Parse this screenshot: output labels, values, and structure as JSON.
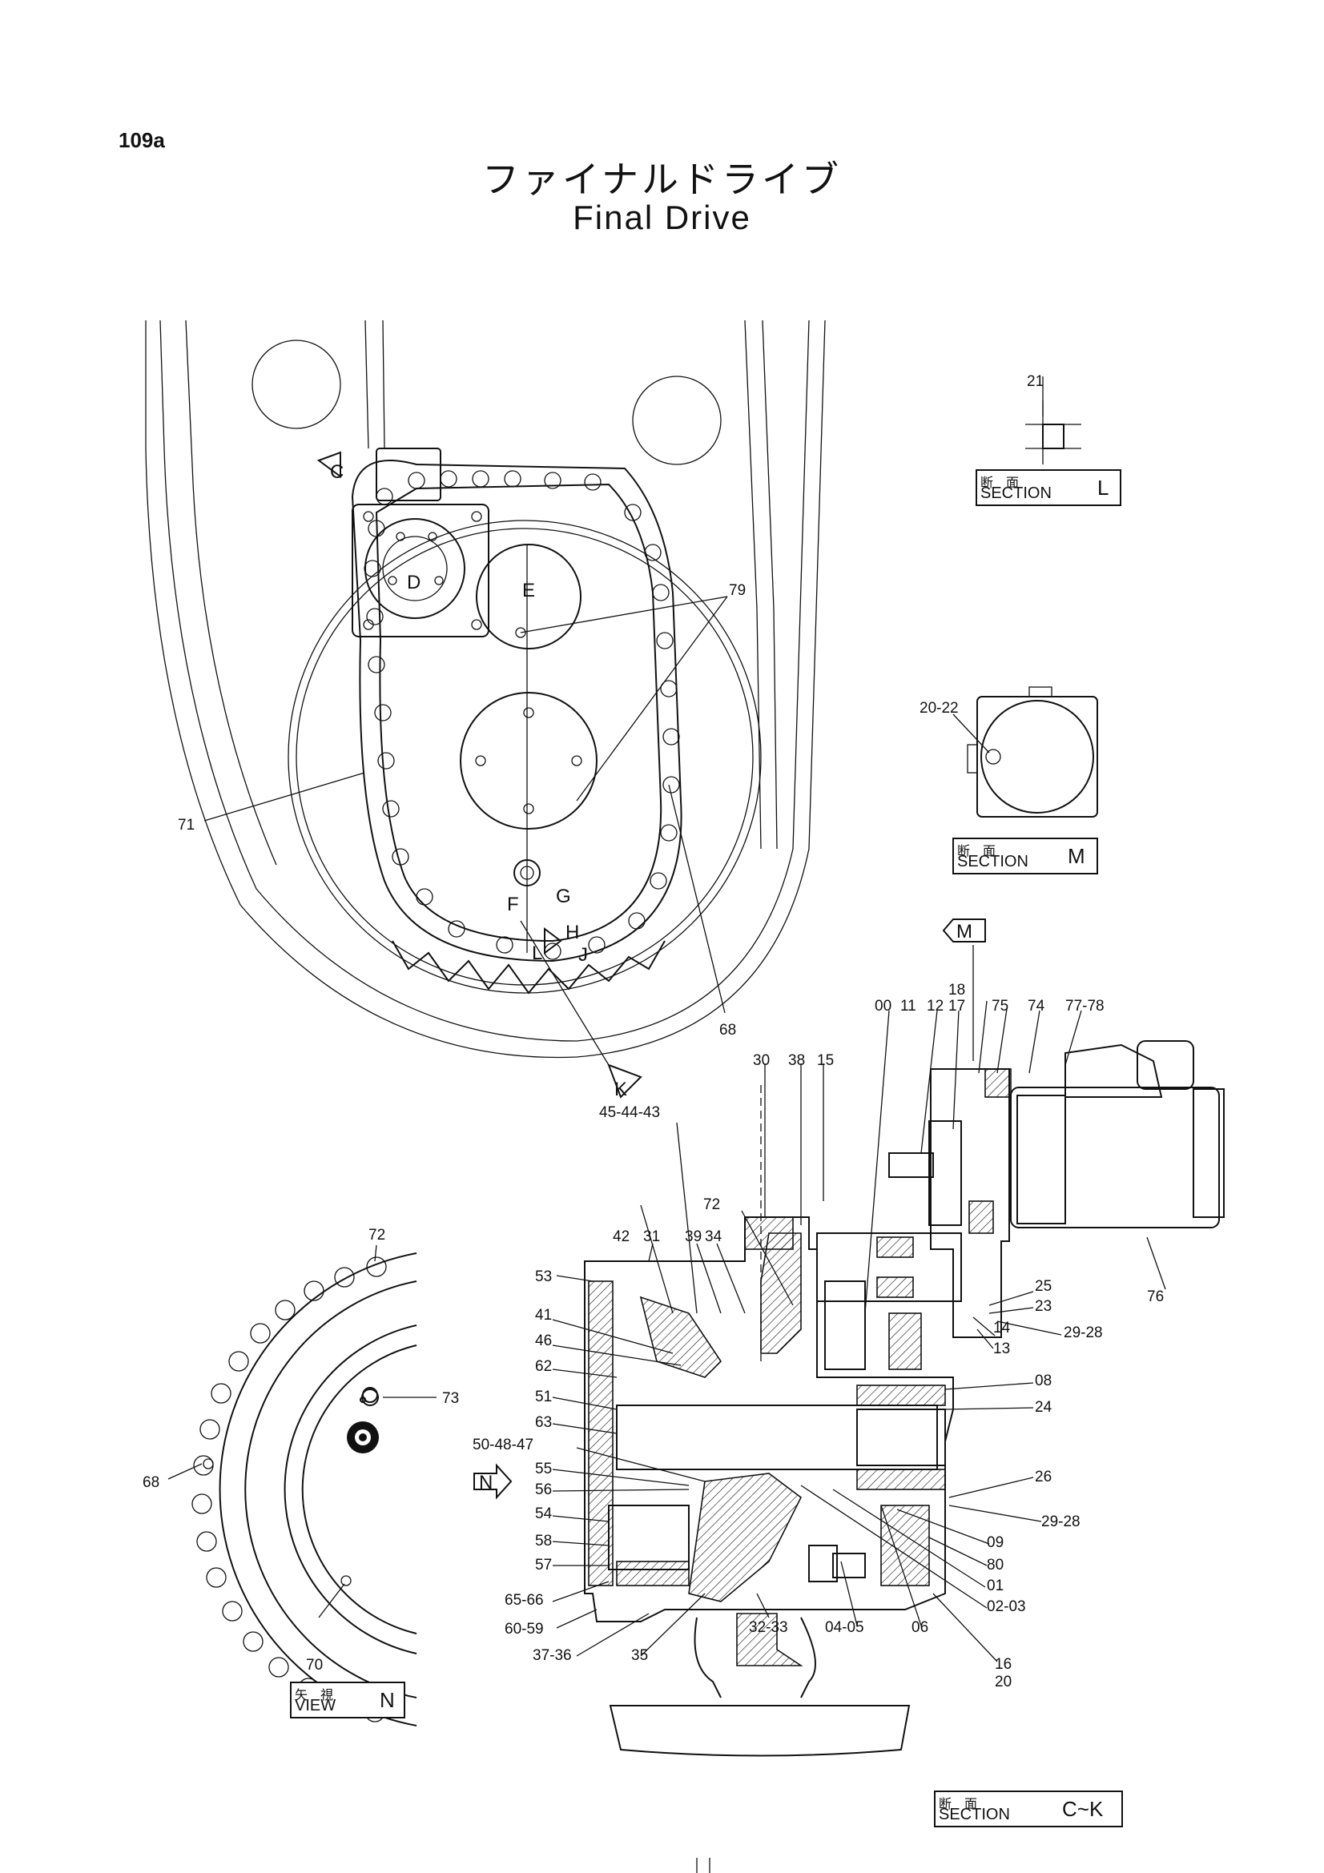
{
  "page": {
    "number": "109a"
  },
  "title": {
    "japanese": "ファイナルドライブ",
    "english": "Final Drive"
  },
  "sections": [
    {
      "id": "L",
      "jp": "断　面",
      "en": "SECTION",
      "letter": "L"
    },
    {
      "id": "M",
      "jp": "断　面",
      "en": "SECTION",
      "letter": "M"
    },
    {
      "id": "N",
      "jp": "矢　視",
      "en": "VIEW",
      "letter": "N"
    },
    {
      "id": "CK",
      "jp": "断　面",
      "en": "SECTION",
      "letter": "C~K"
    }
  ],
  "view_letters": [
    "C",
    "D",
    "E",
    "F",
    "G",
    "H",
    "J",
    "K",
    "L",
    "M",
    "N"
  ],
  "part_labels": {
    "overview": [
      "79",
      "71",
      "68"
    ],
    "section_l": [
      "21"
    ],
    "section_m": [
      "20-22"
    ],
    "view_n": [
      "72",
      "73",
      "68",
      "70"
    ],
    "section_ck": [
      "18",
      "17",
      "00",
      "11",
      "12",
      "75",
      "74",
      "77-78",
      "30",
      "38",
      "15",
      "45-44-43",
      "72",
      "42",
      "31",
      "39",
      "34",
      "53",
      "41",
      "46",
      "62",
      "51",
      "63",
      "50-48-47",
      "55",
      "56",
      "54",
      "58",
      "57",
      "65-66",
      "60-59",
      "37-36",
      "35",
      "32-33",
      "04-05",
      "06",
      "01",
      "02-03",
      "80",
      "09",
      "29-28",
      "26",
      "24",
      "08",
      "13",
      "14",
      "25",
      "23",
      "29-28",
      "76",
      "16",
      "20"
    ]
  }
}
